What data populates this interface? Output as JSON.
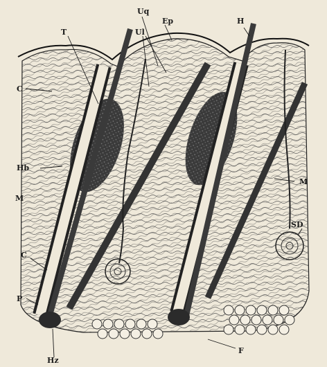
{
  "figure": {
    "labels": {
      "T": "T",
      "Uq": "Uq",
      "Ep": "Ep",
      "H": "H",
      "C_top": "C",
      "Ul": "Ul",
      "Hb": "Hb",
      "M_left": "M",
      "M_right": "M",
      "SD": "SD",
      "C_bottom": "C",
      "P": "P",
      "Hz": "Hz",
      "F": "F"
    },
    "colors": {
      "paper": "#efe9da",
      "ink": "#1a1a1a",
      "shaft": "#3a3a3a",
      "dark_mass": "#2b2b2b"
    }
  }
}
